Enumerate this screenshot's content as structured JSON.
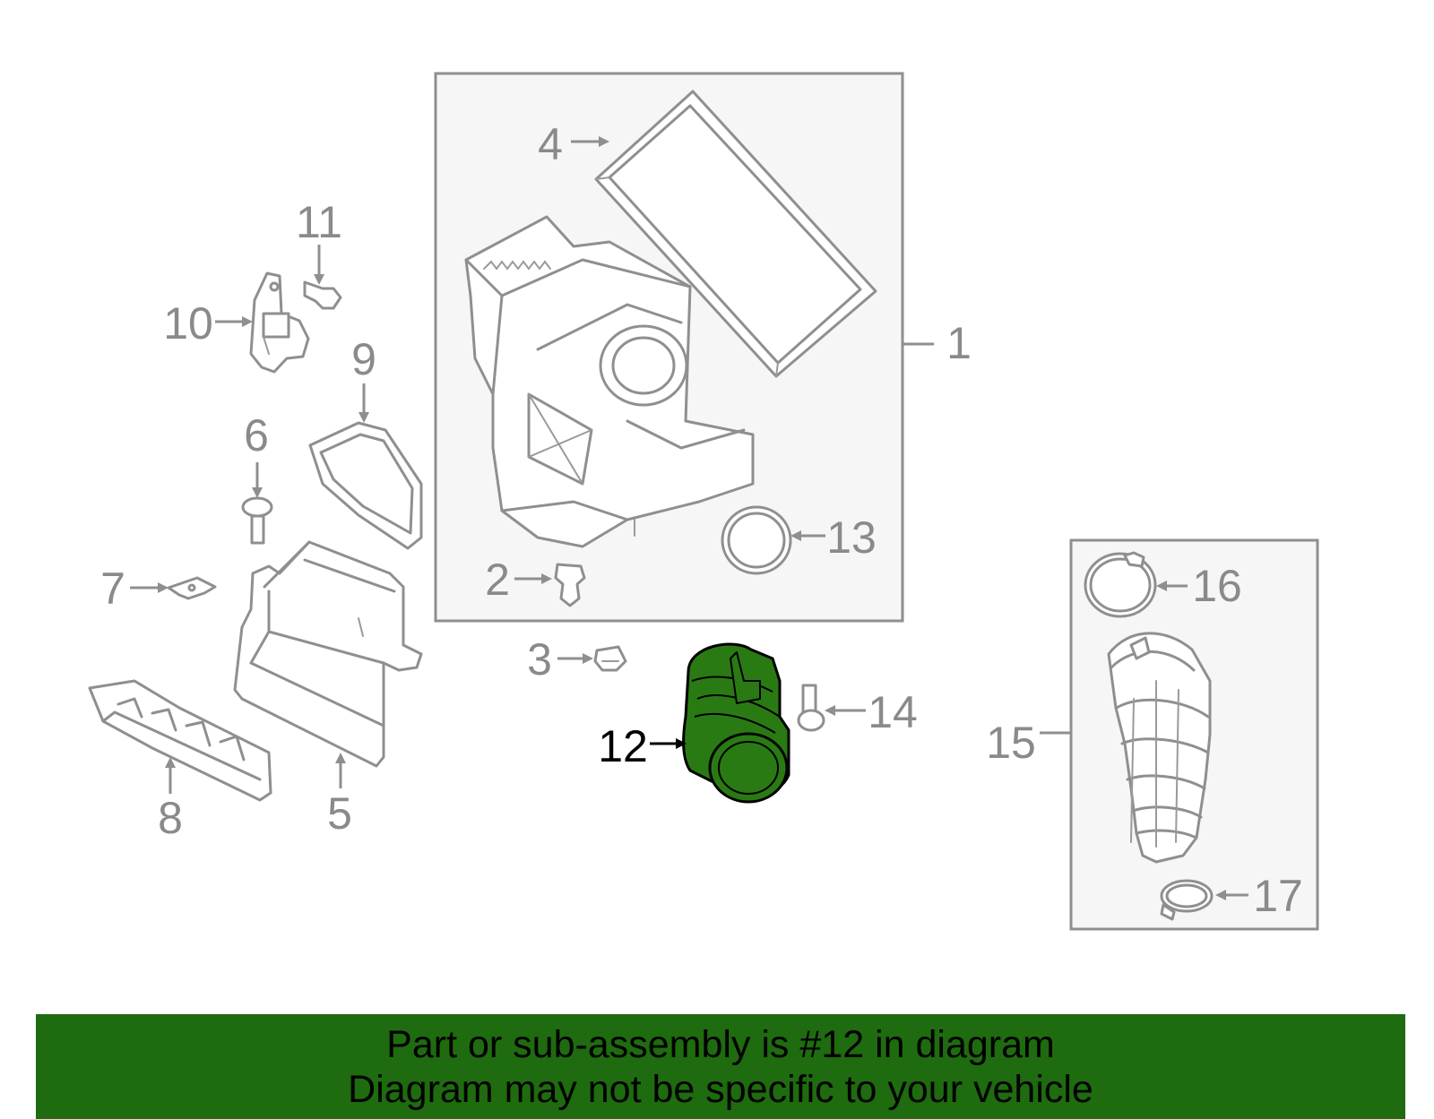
{
  "diagram": {
    "highlighted_part": "12",
    "callouts": {
      "c1": "1",
      "c2": "2",
      "c3": "3",
      "c4": "4",
      "c5": "5",
      "c6": "6",
      "c7": "7",
      "c8": "8",
      "c9": "9",
      "c10": "10",
      "c11": "11",
      "c12": "12",
      "c13": "13",
      "c14": "14",
      "c15": "15",
      "c16": "16",
      "c17": "17"
    },
    "colors": {
      "line": "#8f8f8f",
      "highlight_fill": "#2a7a14",
      "highlight_label": "#000000",
      "assembly_box_fill": "#f6f6f6"
    }
  },
  "banner": {
    "line1": "Part or sub-assembly is #12 in diagram",
    "line2": "Diagram may not be specific to your vehicle",
    "background": "#1f6b0f"
  }
}
